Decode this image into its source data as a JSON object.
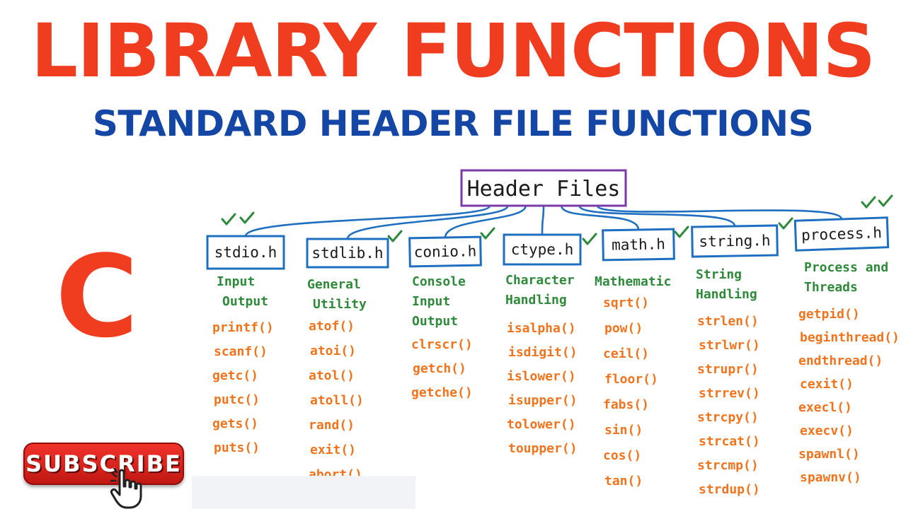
{
  "title": "LIBRARY FUNCTIONS",
  "subtitle": "STANDARD HEADER FILE FUNCTIONS",
  "language_letter": "C",
  "subscribe_label": "SUBSCRIBE",
  "colors": {
    "title": "#f03c1f",
    "subtitle": "#1346a5",
    "header_box": "#1f6fc0",
    "root_box": "#7a3aa8",
    "description": "#2e8a3a",
    "function": "#f0741d",
    "subscribe_button": "#e0241c"
  },
  "diagram": {
    "root": "Header Files",
    "headers": [
      {
        "name": "stdio.h",
        "description": [
          "Input",
          "Output"
        ],
        "functions": [
          "printf()",
          "scanf()",
          "getc()",
          "putc()",
          "gets()",
          "puts()"
        ]
      },
      {
        "name": "stdlib.h",
        "description": [
          "General",
          "Utility"
        ],
        "functions": [
          "atof()",
          "atoi()",
          "atol()",
          "atoll()",
          "rand()",
          "exit()",
          "abort()"
        ]
      },
      {
        "name": "conio.h",
        "description": [
          "Console",
          "Input",
          "Output"
        ],
        "functions": [
          "clrscr()",
          "getch()",
          "getche()"
        ]
      },
      {
        "name": "ctype.h",
        "description": [
          "Character",
          "Handling"
        ],
        "functions": [
          "isalpha()",
          "isdigit()",
          "islower()",
          "isupper()",
          "tolower()",
          "toupper()"
        ]
      },
      {
        "name": "math.h",
        "description": [
          "Mathematic"
        ],
        "functions": [
          "sqrt()",
          "pow()",
          "ceil()",
          "floor()",
          "fabs()",
          "sin()",
          "cos()",
          "tan()"
        ]
      },
      {
        "name": "string.h",
        "description": [
          "String",
          "Handling"
        ],
        "functions": [
          "strlen()",
          "strlwr()",
          "strupr()",
          "strrev()",
          "strcpy()",
          "strcat()",
          "strcmp()",
          "strdup()"
        ]
      },
      {
        "name": "process.h",
        "description": [
          "Process and",
          "Threads"
        ],
        "functions": [
          "getpid()",
          "beginthread()",
          "endthread()",
          "cexit()",
          "execl()",
          "execv()",
          "spawnl()",
          "spawnv()"
        ]
      }
    ]
  }
}
